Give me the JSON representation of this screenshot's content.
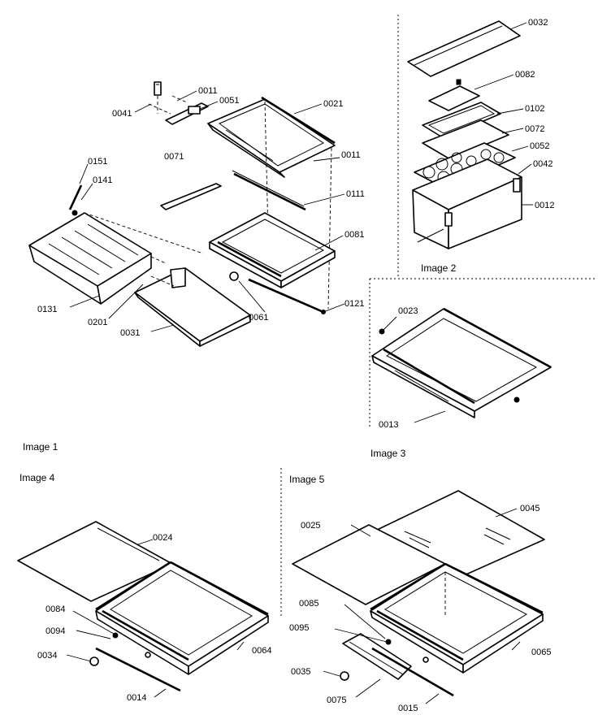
{
  "captions": {
    "image1": "Image 1",
    "image2": "Image 2",
    "image3": "Image 3",
    "image4": "Image 4",
    "image5": "Image 5"
  },
  "labels": {
    "p0011a": "0011",
    "p0041": "0041",
    "p0051": "0051",
    "p0021": "0021",
    "p0011b": "0011",
    "p0071": "0071",
    "p0111": "0111",
    "p0151": "0151",
    "p0141": "0141",
    "p0081": "0081",
    "p0131": "0131",
    "p0201": "0201",
    "p0031": "0031",
    "p0061": "0061",
    "p0121": "0121",
    "p0032": "0032",
    "p0082": "0082",
    "p0102": "0102",
    "p0072": "0072",
    "p0052": "0052",
    "p0042": "0042",
    "p0012": "0012",
    "p0023": "0023",
    "p0013": "0013",
    "p0024": "0024",
    "p0084": "0084",
    "p0094": "0094",
    "p0034": "0034",
    "p0064": "0064",
    "p0014": "0014",
    "p0025": "0025",
    "p0045": "0045",
    "p0085": "0085",
    "p0095": "0095",
    "p0035": "0035",
    "p0075": "0075",
    "p0015": "0015",
    "p0065": "0065"
  }
}
